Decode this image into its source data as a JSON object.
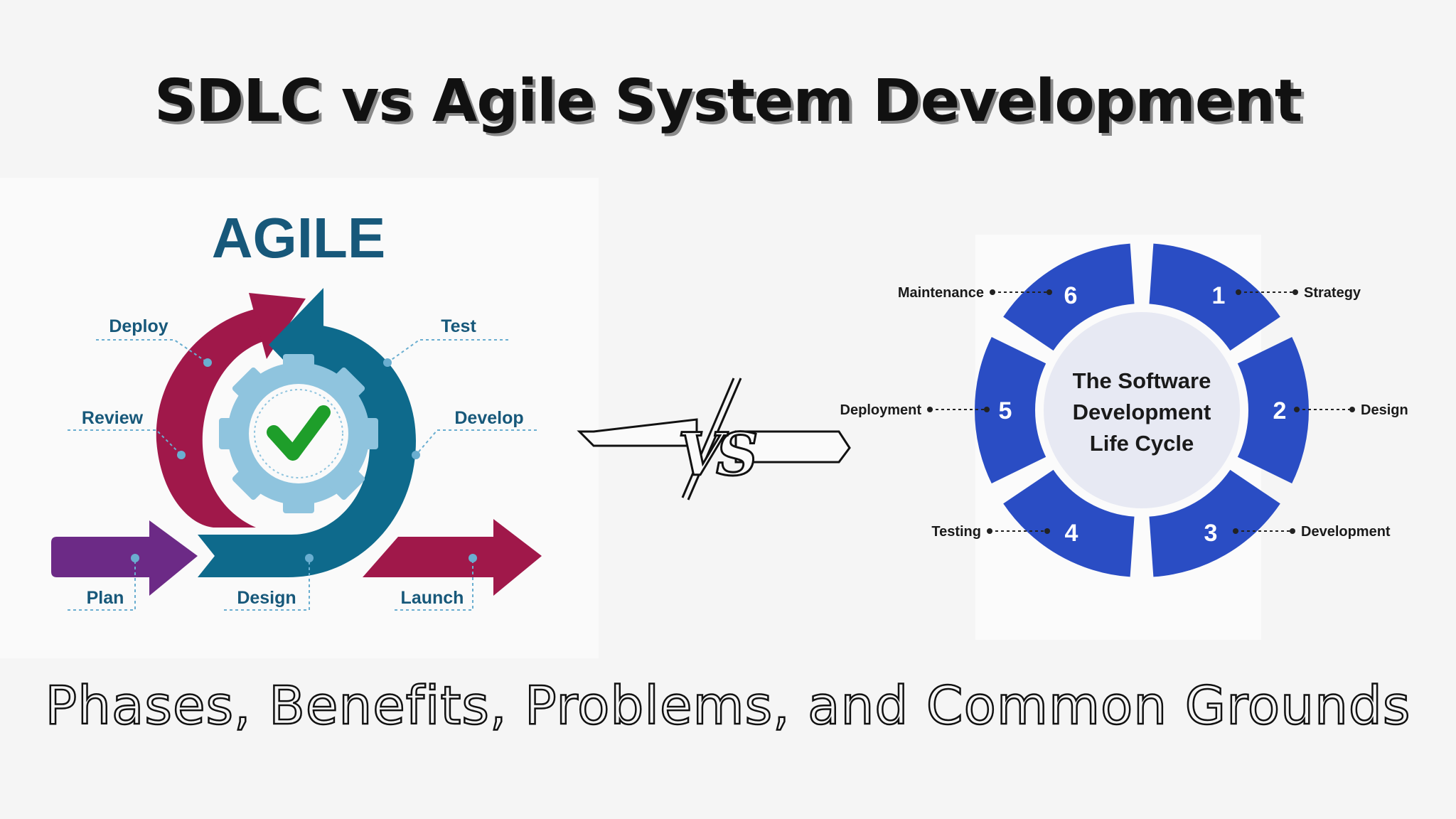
{
  "title": "SDLC vs Agile System Development",
  "subtitle": "Phases, Benefits, Problems, and Common Grounds",
  "agile": {
    "heading": "AGILE",
    "phases": [
      "Deploy",
      "Test",
      "Review",
      "Develop",
      "Plan",
      "Design",
      "Launch"
    ]
  },
  "vs_text": "VS",
  "sdlc": {
    "center_lines": [
      "The Software",
      "Development",
      "Life Cycle"
    ],
    "phases": [
      {
        "number": "1",
        "label": "Strategy"
      },
      {
        "number": "2",
        "label": "Design"
      },
      {
        "number": "3",
        "label": "Development"
      },
      {
        "number": "4",
        "label": "Testing"
      },
      {
        "number": "5",
        "label": "Deployment"
      },
      {
        "number": "6",
        "label": "Maintenance"
      }
    ]
  },
  "colors": {
    "agile_text": "#17587a",
    "agile_teal": "#0e6a8c",
    "agile_crimson": "#a0184a",
    "agile_purple": "#6c2a86",
    "gear": "#8fc4de",
    "check": "#1e9e2a",
    "sdlc_blue": "#2a4dc4",
    "sdlc_center": "#e7e9f3"
  }
}
